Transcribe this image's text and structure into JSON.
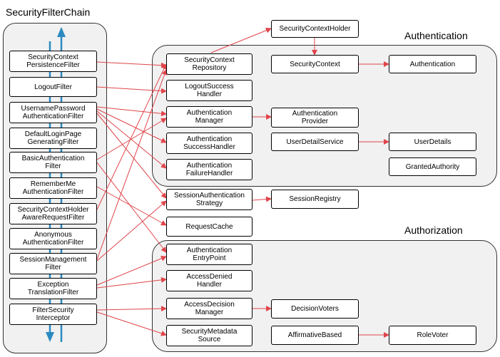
{
  "titles": {
    "chain": "SecurityFilterChain",
    "authentication": "Authentication",
    "authorization": "Authorization"
  },
  "filters": [
    "SecurityContext\nPersistenceFilter",
    "LogoutFilter",
    "UsernamePassword\nAuthenticationFilter",
    "DefaultLoginPage\nGeneratingFilter",
    "BasicAuthentication\nFilter",
    "RememberMe\nAuthenticationFilter",
    "SecurityContextHolder\nAwareRequestFilter",
    "Anonymous\nAuthenticationFilter",
    "SessionManagement\nFilter",
    "Exception\nTranslationFilter",
    "FilterSecurity\nInterceptor"
  ],
  "components": {
    "securityContextRepository": "SecurityContext\nRepository",
    "logoutSuccessHandler": "LogoutSuccess\nHandler",
    "authenticationManager": "Authentication\nManager",
    "authenticationSuccessHandler": "Authentication\nSuccessHandler",
    "authenticationFailureHandler": "Authentication\nFailureHandler",
    "sessionAuthenticationStrategy": "SessionAuthentication\nStrategy",
    "requestCache": "RequestCache",
    "authenticationEntryPoint": "Authentication\nEntryPoint",
    "accessDeniedHandler": "AccessDenied\nHandler",
    "accessDecisionManager": "AccessDecision\nManager",
    "securityMetadataSource": "SecurityMetadata\nSource",
    "securityContextHolder": "SecurityContextHolder",
    "securityContext": "SecurityContext",
    "authentication": "Authentication",
    "authenticationProvider": "Authentication\nProvider",
    "userDetailService": "UserDetailService",
    "userDetails": "UserDetails",
    "grantedAuthority": "GrantedAuthority",
    "sessionRegistry": "SessionRegistry",
    "decisionVoters": "DecisionVoters",
    "affirmativeBased": "AffirmativeBased",
    "roleVoter": "RoleVoter"
  },
  "colors": {
    "edge": "#e0454b",
    "chainArrow": "#2b8ac0"
  }
}
